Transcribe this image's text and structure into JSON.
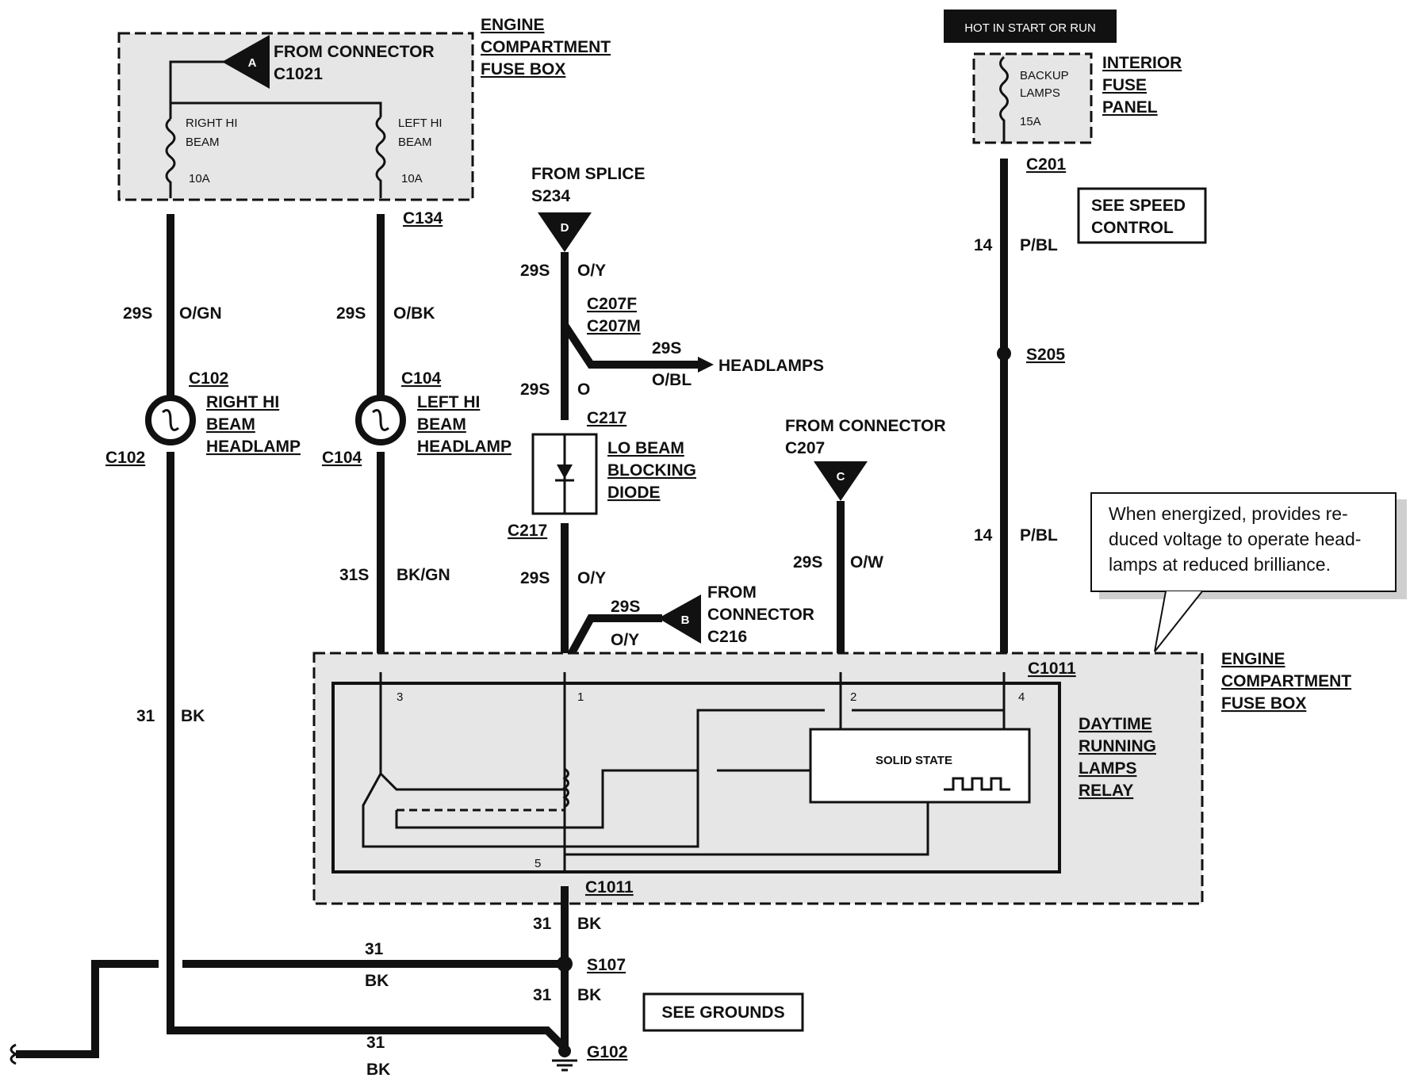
{
  "title_hot": "HOT IN START OR RUN",
  "fuse_box_top": {
    "title": [
      "ENGINE",
      "COMPARTMENT",
      "FUSE BOX"
    ],
    "from_label": [
      "FROM CONNECTOR",
      "C1021"
    ],
    "marker": "A",
    "fuse_right": [
      "RIGHT HI",
      "BEAM",
      "10A"
    ],
    "fuse_left": [
      "LEFT HI",
      "BEAM",
      "10A"
    ]
  },
  "interior_panel": {
    "title": [
      "INTERIOR",
      "FUSE",
      "PANEL"
    ],
    "fuse": [
      "BACKUP",
      "LAMPS",
      "15A"
    ],
    "connector": "C201"
  },
  "speed_control": [
    "SEE SPEED",
    "CONTROL"
  ],
  "grounds": "SEE GROUNDS",
  "note": [
    "When energized, provides re-",
    "duced voltage to operate head-",
    "lamps at reduced brilliance."
  ],
  "splice_d": {
    "from": [
      "FROM SPLICE",
      "S234"
    ],
    "marker": "D"
  },
  "connector_c": {
    "from": [
      "FROM CONNECTOR",
      "C207"
    ],
    "marker": "C"
  },
  "connector_b": {
    "from": [
      "FROM",
      "CONNECTOR",
      "C216"
    ],
    "marker": "B"
  },
  "headlamps": "HEADLAMPS",
  "right_lamp": [
    "RIGHT HI",
    "BEAM",
    "HEADLAMP"
  ],
  "left_lamp": [
    "LEFT HI",
    "BEAM",
    "HEADLAMP"
  ],
  "diode": [
    "LO BEAM",
    "BLOCKING",
    "DIODE"
  ],
  "relay_box": {
    "title": [
      "ENGINE",
      "COMPARTMENT",
      "FUSE BOX"
    ],
    "relay": [
      "DAYTIME",
      "RUNNING",
      "LAMPS",
      "RELAY"
    ],
    "solid_state": "SOLID STATE",
    "connector": "C1011",
    "pins": [
      "1",
      "2",
      "3",
      "4",
      "5"
    ]
  },
  "connectors": [
    "C134",
    "C102",
    "C104",
    "C207F",
    "C207M",
    "C217",
    "S205",
    "S107",
    "G102"
  ],
  "wires": {
    "w1": [
      "29S",
      "O/GN"
    ],
    "w2": [
      "29S",
      "O/BK"
    ],
    "w3": [
      "29S",
      "O/Y"
    ],
    "w4": [
      "29S",
      "O"
    ],
    "w5": [
      "29S",
      "O/BL"
    ],
    "w6": [
      "29S",
      "O/Y"
    ],
    "w7": [
      "29S",
      "O/Y"
    ],
    "w8": [
      "29S",
      "O/W"
    ],
    "w9": [
      "14",
      "P/BL"
    ],
    "w10": [
      "14",
      "P/BL"
    ],
    "w11": [
      "31S",
      "BK/GN"
    ],
    "w12": [
      "31",
      "BK"
    ],
    "w13": [
      "31",
      "BK"
    ],
    "w14": [
      "31",
      "BK"
    ],
    "w15": [
      "31",
      "BK"
    ],
    "w16": [
      "31",
      "BK"
    ]
  }
}
